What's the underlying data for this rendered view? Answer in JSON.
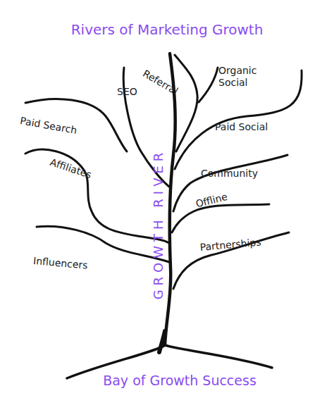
{
  "diagram": {
    "title": "Rivers of Marketing Growth",
    "caption": "Bay of Growth Success",
    "labels": [
      "Referral",
      "Organic Social",
      "SEO",
      "Paid Social",
      "Paid Search",
      "GROWTH RIVER",
      "Affiliates",
      "Community",
      "Offline",
      "Partnerships",
      "Influencers"
    ]
  }
}
